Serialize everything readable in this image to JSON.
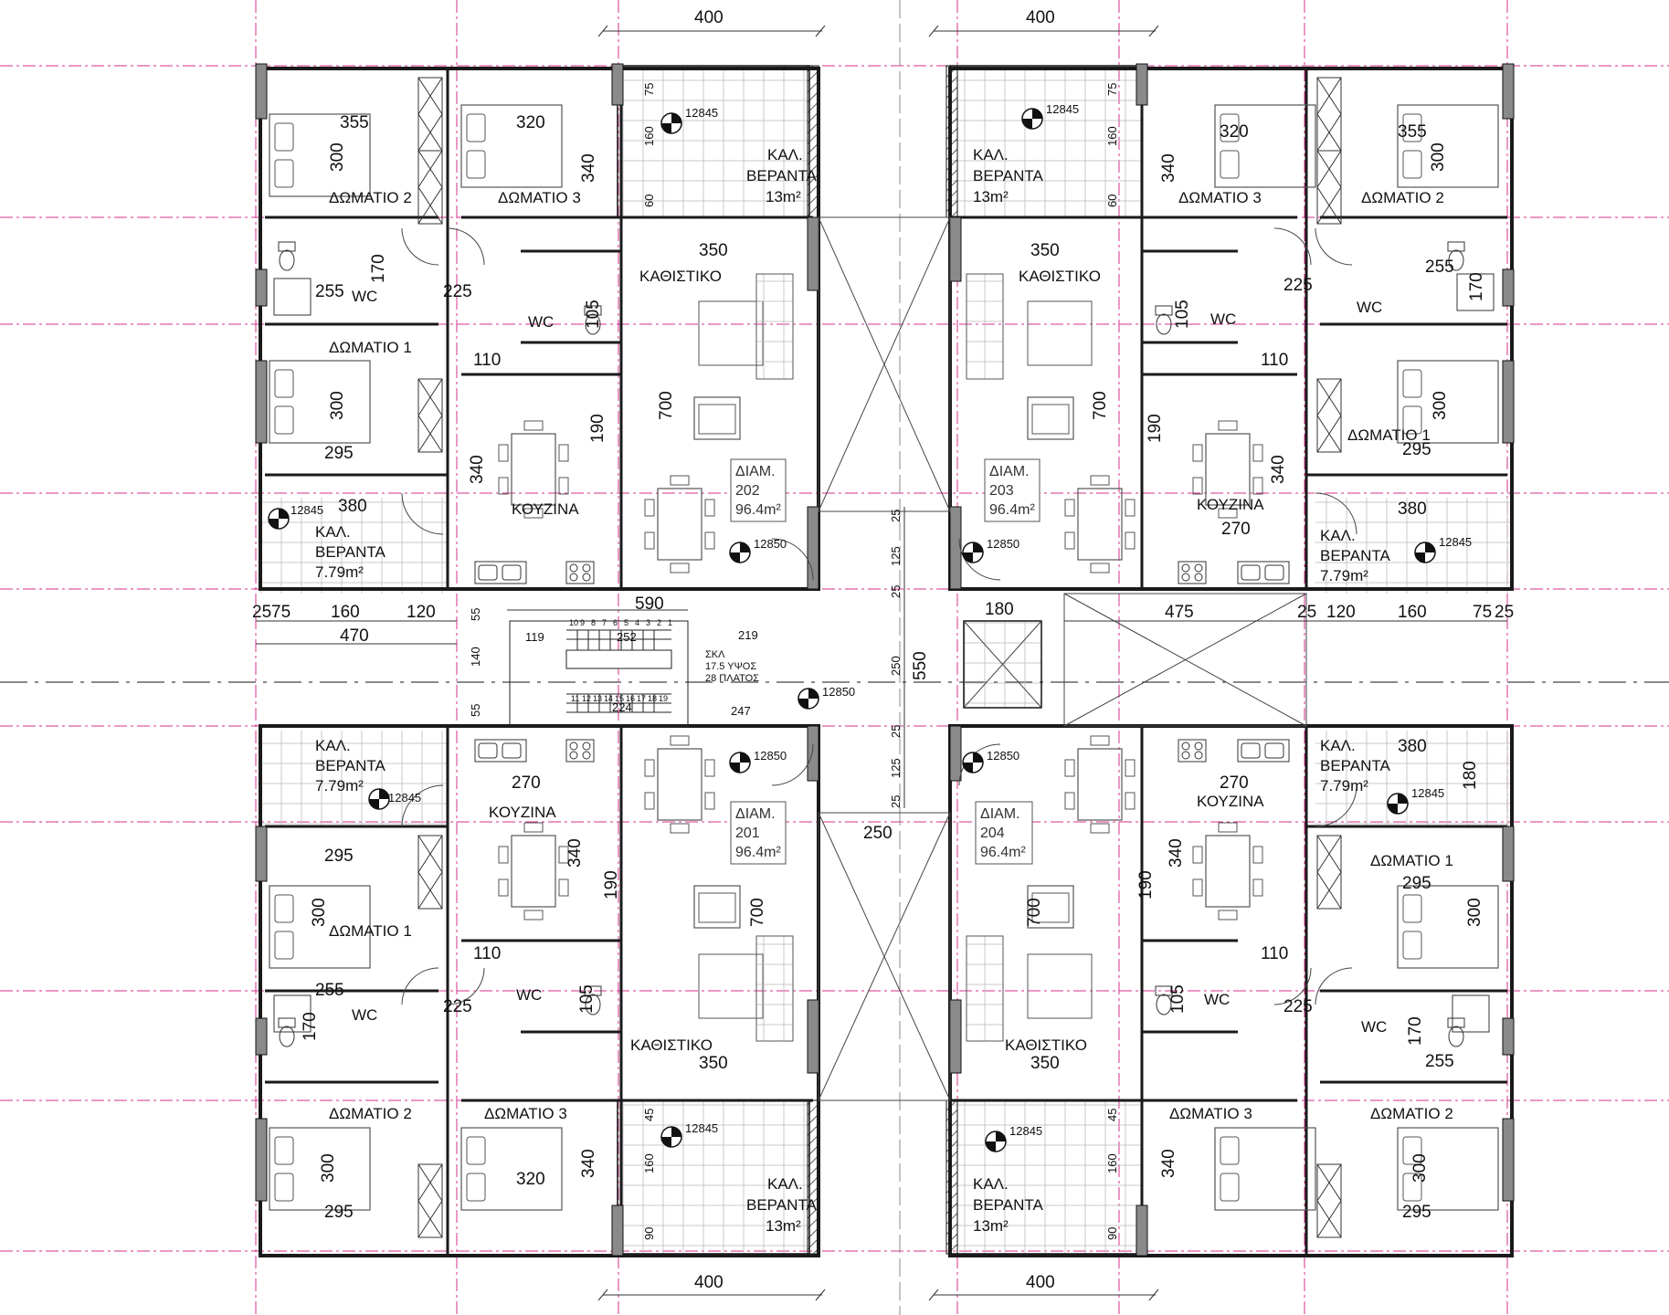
{
  "colors": {
    "wall": "#1a1a1a",
    "wall_fill": "#9a9a9a",
    "gridline": "#d6328e",
    "dim_line": "#333333",
    "tile": "#bdbdbd",
    "background": "#ffffff"
  },
  "icons": [
    "level-marker-icon",
    "door-swing-icon",
    "bed-icon",
    "sofa-icon",
    "armchair-icon",
    "dining-table-icon",
    "kitchen-sink-icon",
    "cooktop-icon",
    "toilet-icon",
    "shower-tray-icon",
    "wardrobe-icon",
    "stair-icon",
    "lift-shaft-icon",
    "shaft-cross-icon"
  ],
  "overall_dims": {
    "top_left": "400",
    "top_right": "400",
    "bottom_left": "400",
    "bottom_right": "400"
  },
  "units": {
    "u202": {
      "label": "ΔΙΑΜ.",
      "number": "202",
      "area": "96.4m²",
      "rooms": {
        "bed2": "ΔΩΜΑΤΙΟ 2",
        "bed3": "ΔΩΜΑΤΙΟ 3",
        "bed1": "ΔΩΜΑΤΙΟ 1",
        "wc_main": "WC",
        "wc_small": "WC",
        "living": "ΚΑΘΙΣΤΙΚΟ",
        "kitchen": "ΚΟΥΖΙΝΑ",
        "veranda_big": [
          "ΚΑΛ.",
          "ΒΕΡΑΝΤΑ",
          "13m²"
        ],
        "veranda_small": [
          "ΚΑΛ.",
          "ΒΕΡΑΝΤΑ",
          "7.79m²"
        ]
      },
      "dims": {
        "bed2_w": "355",
        "bed2_h": "300",
        "bed3_w": "320",
        "bed3_h": "340",
        "wc_w": "255",
        "wc_h": "170",
        "hall": "225",
        "wc_small": "105",
        "bed1_h": "300",
        "bed1_w": "295",
        "store": "110",
        "kitchen_h": "340",
        "kitchen_w": "190",
        "living_w": "350",
        "living_h": "700",
        "veranda_small_w": "380",
        "ver_a": "75",
        "ver_b": "160",
        "ver_c": "60"
      },
      "levels": {
        "veranda_big": "12845",
        "veranda_small": "12845",
        "entry": "12850"
      }
    },
    "u203": {
      "label": "ΔΙΑΜ.",
      "number": "203",
      "area": "96.4m²",
      "rooms": {
        "bed2": "ΔΩΜΑΤΙΟ 2",
        "bed3": "ΔΩΜΑΤΙΟ 3",
        "bed1": "ΔΩΜΑΤΙΟ 1",
        "wc_main": "WC",
        "wc_small": "WC",
        "living": "ΚΑΘΙΣΤΙΚΟ",
        "kitchen": "ΚΟΥΖΙΝΑ",
        "veranda_big": [
          "ΚΑΛ.",
          "ΒΕΡΑΝΤΑ",
          "13m²"
        ],
        "veranda_small": [
          "ΚΑΛ.",
          "ΒΕΡΑΝΤΑ",
          "7.79m²"
        ]
      },
      "dims": {
        "bed2_w": "355",
        "bed2_h": "300",
        "bed3_w": "320",
        "bed3_h": "340",
        "wc_w": "255",
        "wc_h": "170",
        "hall": "225",
        "wc_small": "105",
        "bed1_h": "300",
        "bed1_w": "295",
        "store": "110",
        "kitchen_h": "340",
        "kitchen_w": "190",
        "kitchen_len": "270",
        "living_w": "350",
        "living_h": "700",
        "veranda_small_w": "380",
        "ver_a": "75",
        "ver_b": "160",
        "ver_c": "60"
      },
      "levels": {
        "veranda_big": "12845",
        "veranda_small": "12845",
        "entry": "12850"
      }
    },
    "u201": {
      "label": "ΔΙΑΜ.",
      "number": "201",
      "area": "96.4m²",
      "rooms": {
        "bed2": "ΔΩΜΑΤΙΟ 2",
        "bed3": "ΔΩΜΑΤΙΟ 3",
        "bed1": "ΔΩΜΑΤΙΟ 1",
        "wc_main": "WC",
        "wc_small": "WC",
        "living": "ΚΑΘΙΣΤΙΚΟ",
        "kitchen": "ΚΟΥΖΙΝΑ",
        "veranda_big": [
          "ΚΑΛ.",
          "ΒΕΡΑΝΤΑ",
          "13m²"
        ],
        "veranda_small": [
          "ΚΑΛ.",
          "ΒΕΡΑΝΤΑ",
          "7.79m²"
        ]
      },
      "dims": {
        "bed2_w": "295",
        "bed2_h": "300",
        "bed3_w": "320",
        "bed3_h": "340",
        "wc_w": "255",
        "wc_h": "170",
        "hall": "225",
        "wc_small": "105",
        "bed1_h": "300",
        "bed1_w": "295",
        "store": "110",
        "kitchen_h": "340",
        "kitchen_w": "190",
        "kitchen_len": "270",
        "living_w": "350",
        "living_h": "700",
        "ver_a": "45",
        "ver_b": "160",
        "ver_c": "90"
      },
      "levels": {
        "veranda_big": "12845",
        "veranda_small": "12845",
        "entry": "12850"
      }
    },
    "u204": {
      "label": "ΔΙΑΜ.",
      "number": "204",
      "area": "96.4m²",
      "rooms": {
        "bed2": "ΔΩΜΑΤΙΟ 2",
        "bed3": "ΔΩΜΑΤΙΟ 3",
        "bed1": "ΔΩΜΑΤΙΟ 1",
        "wc_main": "WC",
        "wc_small": "WC",
        "living": "ΚΑΘΙΣΤΙΚΟ",
        "kitchen": "ΚΟΥΖΙΝΑ",
        "veranda_big": [
          "ΚΑΛ.",
          "ΒΕΡΑΝΤΑ",
          "13m²"
        ],
        "veranda_small": [
          "ΚΑΛ.",
          "ΒΕΡΑΝΤΑ",
          "7.79m²"
        ]
      },
      "dims": {
        "bed2_w": "295",
        "bed2_h": "300",
        "bed3_h": "340",
        "wc_w": "255",
        "wc_h": "170",
        "hall": "225",
        "wc_small": "105",
        "bed1_h": "300",
        "bed1_w": "295",
        "store": "110",
        "kitchen_h": "340",
        "kitchen_w": "190",
        "kitchen_len": "270",
        "living_w": "350",
        "living_h": "700",
        "veranda_small_w": "380",
        "veranda_small_h": "180",
        "ver_a": "45",
        "ver_b": "160",
        "ver_c": "90"
      },
      "levels": {
        "veranda_big": "12845",
        "veranda_small": "12845",
        "entry": "12850"
      }
    }
  },
  "core": {
    "left_dims": [
      "25",
      "75",
      "160",
      "120"
    ],
    "left_total": "470",
    "stair_width": "590",
    "stair_v": [
      "55",
      "140",
      "55"
    ],
    "stair_top_len": "119",
    "stair_top_run": "252",
    "stair_bottom_run": "224",
    "stair_top_numbers": [
      "10",
      "9",
      "8",
      "7",
      "6",
      "5",
      "4",
      "3",
      "2",
      "1"
    ],
    "stair_bottom_numbers": [
      "11",
      "12",
      "13",
      "14",
      "15",
      "16",
      "17",
      "18",
      "19"
    ],
    "stair_note": [
      "ΣΚΛ",
      "17.5 ΥΨΟΣ",
      "28 ΠΛΑΤΟΣ"
    ],
    "stair_219": "219",
    "stair_247": "247",
    "level": "12850",
    "corr_v": [
      "25",
      "125",
      "25",
      "250",
      "25",
      "125",
      "25"
    ],
    "corr_total": "550",
    "corr_250": "250",
    "lift": "180",
    "right_dims": [
      "475",
      "25",
      "120",
      "160",
      "75",
      "25"
    ]
  }
}
